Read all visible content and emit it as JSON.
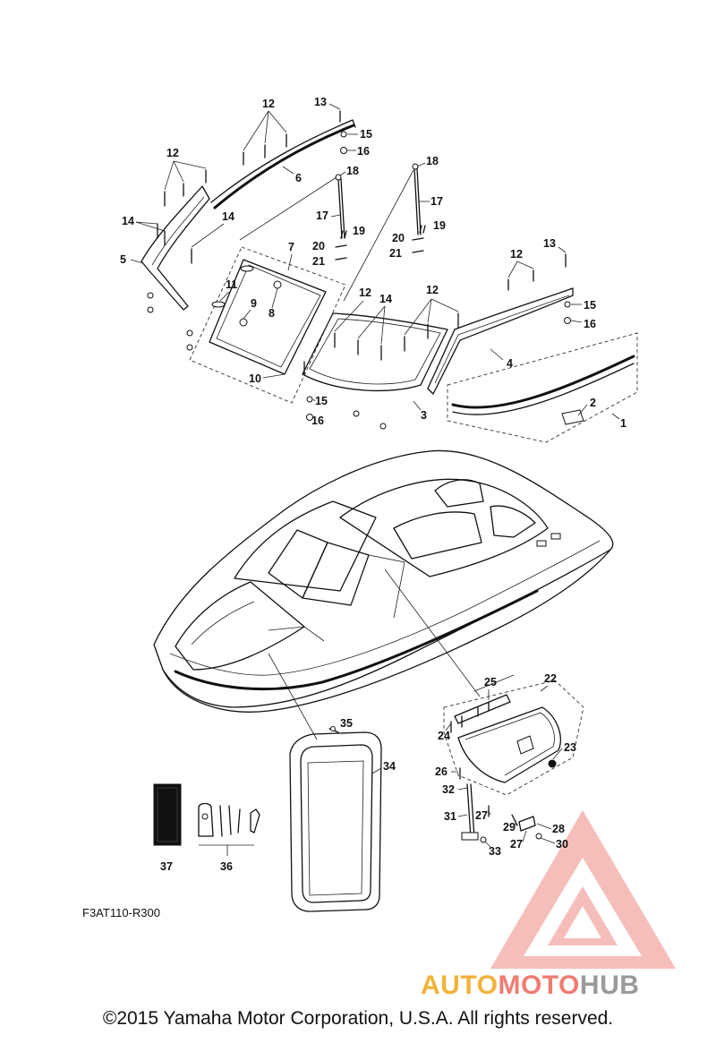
{
  "diagram": {
    "drawing_code": "F3AT110-R300",
    "copyright": "©2015 Yamaha Motor Corporation, U.S.A. All rights reserved.",
    "callouts": [
      "1",
      "2",
      "3",
      "4",
      "5",
      "6",
      "7",
      "8",
      "9",
      "10",
      "11",
      "12",
      "13",
      "14",
      "15",
      "16",
      "17",
      "18",
      "19",
      "20",
      "21",
      "22",
      "23",
      "24",
      "25",
      "26",
      "27",
      "28",
      "29",
      "30",
      "31",
      "32",
      "33",
      "34",
      "35",
      "36",
      "37"
    ]
  },
  "watermark": {
    "logo_name": "automotohub-triangle-logo",
    "part1": "AUTO",
    "part2": "MOTO",
    "part3": "HUB",
    "colors": {
      "auto": "#f2b23a",
      "moto": "#ef7d73",
      "hub": "#9a9a9a",
      "triangle": "#f08a82"
    }
  }
}
